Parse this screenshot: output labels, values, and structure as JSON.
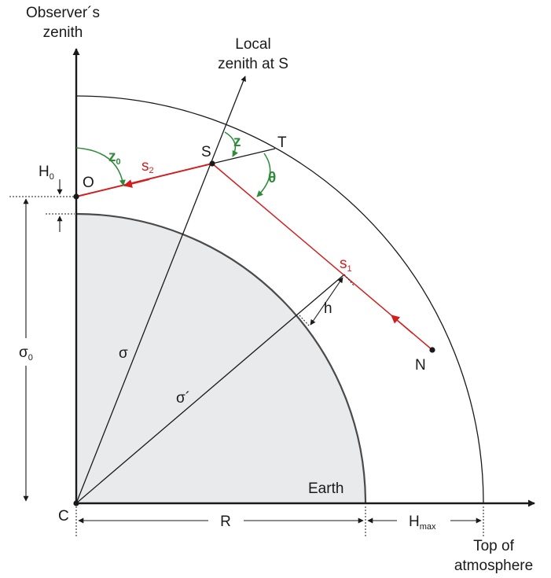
{
  "labels": {
    "observer_zenith_line1": "Observer´s",
    "observer_zenith_line2": "zenith",
    "local_zenith_line1": "Local",
    "local_zenith_line2": "zenith at S",
    "point_O": "O",
    "point_S": "S",
    "point_T": "T",
    "point_N": "N",
    "point_C": "C",
    "angle_z0": "z",
    "angle_z0_sub": "0",
    "angle_z": "z",
    "angle_theta": "θ",
    "segment_s2": "s",
    "segment_s2_sub": "2",
    "segment_s1": "s",
    "segment_s1_sub": "1",
    "height_H0": "H",
    "height_H0_sub": "0",
    "altitude_h": "h",
    "sigma0": "σ",
    "sigma0_sub": "0",
    "sigma": "σ",
    "sigma_prime": "σ´",
    "earth": "Earth",
    "radius_R": "R",
    "hmax": "H",
    "hmax_sub": "max",
    "top_atm_line1": "Top of",
    "top_atm_line2": "atmosphere"
  },
  "colors": {
    "line": "#1a1a1a",
    "ray": "#d11f1f",
    "angle": "#2e8b3a",
    "earth_fill": "#e8eaec",
    "earth_edge": "#4a4a4a"
  }
}
